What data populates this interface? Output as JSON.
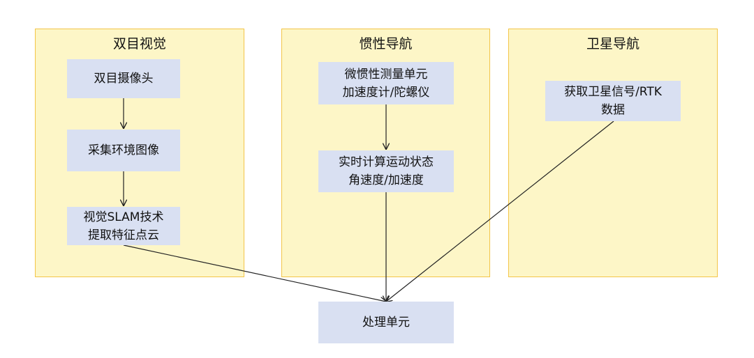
{
  "groups": {
    "binocular": {
      "title": "双目视觉"
    },
    "inertial": {
      "title": "惯性导航"
    },
    "satellite": {
      "title": "卫星导航"
    }
  },
  "nodes": {
    "camera": {
      "line1": "双目摄像头"
    },
    "capture": {
      "line1": "采集环境图像"
    },
    "slam": {
      "line1": "视觉SLAM技术",
      "line2": "提取特征点云"
    },
    "imu": {
      "line1": "微惯性测量单元",
      "line2": "加速度计/陀螺仪"
    },
    "motion": {
      "line1": "实时计算运动状态",
      "line2": "角速度/加速度"
    },
    "gnss": {
      "line1": "获取卫星信号/RTK",
      "line2": "数据"
    },
    "processor": {
      "line1": "处理单元"
    }
  },
  "colors": {
    "group_fill": "#fdf6c7",
    "group_border": "#f3c548",
    "node_fill": "#d9e0f2",
    "edge": "#222222"
  }
}
